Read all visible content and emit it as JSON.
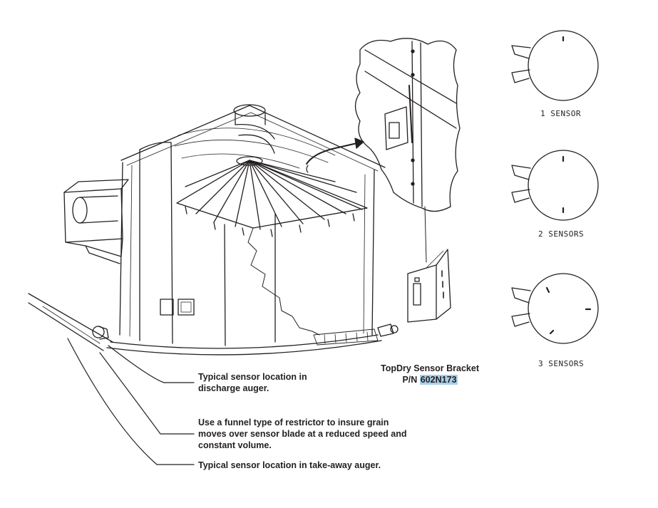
{
  "callouts": {
    "discharge_auger": [
      "Typical sensor location in",
      "discharge auger."
    ],
    "funnel_restrictor": [
      "Use a funnel type of restrictor to insure grain",
      "moves over sensor blade at a reduced speed and",
      "constant volume."
    ],
    "takeaway_auger": "Typical sensor location in take-away auger."
  },
  "bracket": {
    "title": "TopDry Sensor Bracket",
    "pn_prefix": "P/N ",
    "pn_value": "602N173"
  },
  "sensor_diagrams": [
    {
      "label": "1 SENSOR",
      "count": 1
    },
    {
      "label": "2 SENSORS",
      "count": 2
    },
    {
      "label": "3 SENSORS",
      "count": 3
    }
  ],
  "colors": {
    "ink": "#231f20",
    "highlight": "#a9d0ea",
    "background": "#ffffff"
  }
}
